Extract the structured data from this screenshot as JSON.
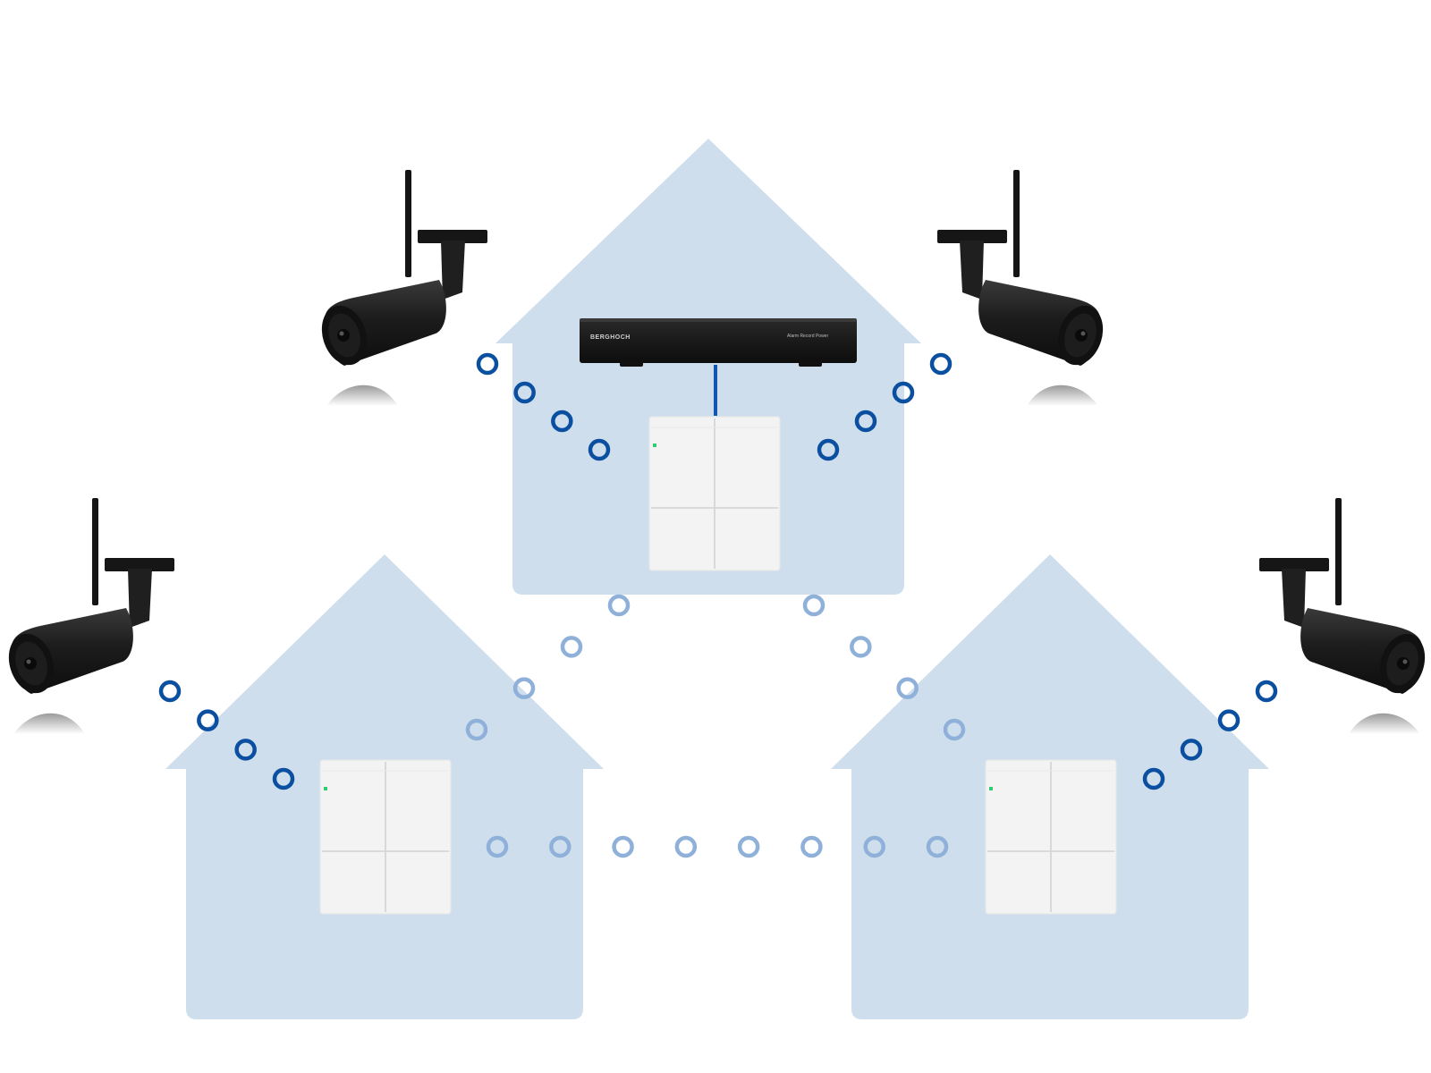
{
  "colors": {
    "background": "#ffffff",
    "house_fill": "#cfdeed",
    "signal_wireless": "#0a4fa0",
    "signal_mesh": "#8fb1d9",
    "cable": "#1057b0",
    "camera_body": "#1c1c1c",
    "router_fill": "#f3f3f3",
    "router_seam": "#d9d9d9",
    "router_led": "#2ecc71",
    "nvr_body": "#1a1a1a",
    "nvr_text": "#cfcfcf"
  },
  "houses": [
    {
      "id": "house-main",
      "role": "main"
    },
    {
      "id": "house-left",
      "role": "satellite"
    },
    {
      "id": "house-right",
      "role": "satellite"
    }
  ],
  "nvr": {
    "brand": "BERGHOCH",
    "controls": "Alarm   Record   Power",
    "icon": "nvr-recorder-icon"
  },
  "routers": [
    {
      "id": "mesh-router-main",
      "icon": "mesh-router-icon"
    },
    {
      "id": "mesh-router-left",
      "icon": "mesh-router-icon"
    },
    {
      "id": "mesh-router-right",
      "icon": "mesh-router-icon"
    }
  ],
  "cameras": [
    {
      "id": "camera-top-left",
      "icon": "security-camera-icon",
      "facing": "left"
    },
    {
      "id": "camera-top-right",
      "icon": "security-camera-icon",
      "facing": "right"
    },
    {
      "id": "camera-left",
      "icon": "security-camera-icon",
      "facing": "left"
    },
    {
      "id": "camera-right",
      "icon": "security-camera-icon",
      "facing": "right"
    }
  ],
  "links": [
    {
      "id": "link-camera-top-left",
      "from": "camera-top-left",
      "to": "mesh-router-main",
      "type": "wireless"
    },
    {
      "id": "link-camera-top-right",
      "from": "camera-top-right",
      "to": "mesh-router-main",
      "type": "wireless"
    },
    {
      "id": "link-camera-left",
      "from": "camera-left",
      "to": "mesh-router-left",
      "type": "wireless"
    },
    {
      "id": "link-camera-right",
      "from": "camera-right",
      "to": "mesh-router-right",
      "type": "wireless"
    },
    {
      "id": "link-mesh-main-left",
      "from": "mesh-router-main",
      "to": "mesh-router-left",
      "type": "mesh"
    },
    {
      "id": "link-mesh-main-right",
      "from": "mesh-router-main",
      "to": "mesh-router-right",
      "type": "mesh"
    },
    {
      "id": "link-mesh-left-right",
      "from": "mesh-router-left",
      "to": "mesh-router-right",
      "type": "mesh"
    },
    {
      "id": "link-nvr-cable",
      "from": "nvr",
      "to": "mesh-router-main",
      "type": "cable"
    }
  ]
}
